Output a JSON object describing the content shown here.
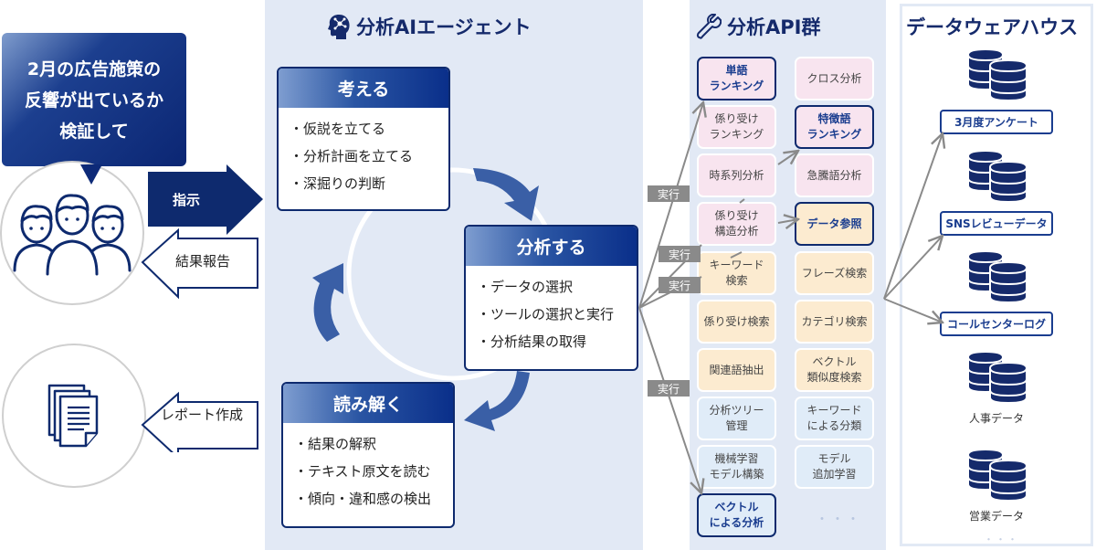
{
  "user_request": {
    "lines": [
      "2月の広告施策の",
      "反響が出ているか",
      "検証して"
    ]
  },
  "flows": {
    "instruction": "指示",
    "result_report": "結果報告",
    "report_creation": "レポート作成"
  },
  "agent": {
    "title": "分析AIエージェント",
    "steps": [
      {
        "title": "考える",
        "items": [
          "・仮説を立てる",
          "・分析計画を立てる",
          "・深掘りの判断"
        ]
      },
      {
        "title": "分析する",
        "items": [
          "・データの選択",
          "・ツールの選択と実行",
          "・分析結果の取得"
        ]
      },
      {
        "title": "読み解く",
        "items": [
          "・結果の解釈",
          "・テキスト原文を読む",
          "・傾向・違和感の検出"
        ]
      }
    ]
  },
  "execute_label": "実行",
  "api": {
    "title": "分析API群",
    "items": [
      {
        "label": "単語\nランキング",
        "group": "pink",
        "highlighted": true
      },
      {
        "label": "クロス分析",
        "group": "pink",
        "highlighted": false
      },
      {
        "label": "係り受け\nランキング",
        "group": "pink",
        "highlighted": false
      },
      {
        "label": "特徴語\nランキング",
        "group": "pink",
        "highlighted": true
      },
      {
        "label": "時系列分析",
        "group": "pink",
        "highlighted": false
      },
      {
        "label": "急騰語分析",
        "group": "pink",
        "highlighted": false
      },
      {
        "label": "係り受け\n構造分析",
        "group": "pink",
        "highlighted": false
      },
      {
        "label": "データ参照",
        "group": "peach",
        "highlighted": true
      },
      {
        "label": "キーワード\n検索",
        "group": "peach",
        "highlighted": false
      },
      {
        "label": "フレーズ検索",
        "group": "peach",
        "highlighted": false
      },
      {
        "label": "係り受け検索",
        "group": "peach",
        "highlighted": false
      },
      {
        "label": "カテゴリ検索",
        "group": "peach",
        "highlighted": false
      },
      {
        "label": "関連語抽出",
        "group": "peach",
        "highlighted": false
      },
      {
        "label": "ベクトル\n類似度検索",
        "group": "peach",
        "highlighted": false
      },
      {
        "label": "分析ツリー\n管理",
        "group": "blue",
        "highlighted": false
      },
      {
        "label": "キーワード\nによる分類",
        "group": "blue",
        "highlighted": false
      },
      {
        "label": "機械学習\nモデル構築",
        "group": "blue",
        "highlighted": false
      },
      {
        "label": "モデル\n追加学習",
        "group": "blue",
        "highlighted": false
      },
      {
        "label": "ベクトル\nによる分析",
        "group": "blue",
        "highlighted": true
      }
    ],
    "more": "・・・"
  },
  "dwh": {
    "title": "データウェアハウス",
    "items": [
      {
        "label": "3月度アンケート",
        "highlighted": true
      },
      {
        "label": "SNSレビューデータ",
        "highlighted": true
      },
      {
        "label": "コールセンターログ",
        "highlighted": true
      },
      {
        "label": "人事データ",
        "highlighted": false
      },
      {
        "label": "営業データ",
        "highlighted": false
      }
    ],
    "more": "・・・"
  },
  "colors": {
    "navy": "#0e2a6e",
    "panel": "#e2e9f5",
    "accent_text": "#1a3d8f",
    "pink": "#f8e4ef",
    "peach": "#fcebd0",
    "light_blue": "#e0ecf8",
    "gray_arrow": "#8a8a8a"
  }
}
